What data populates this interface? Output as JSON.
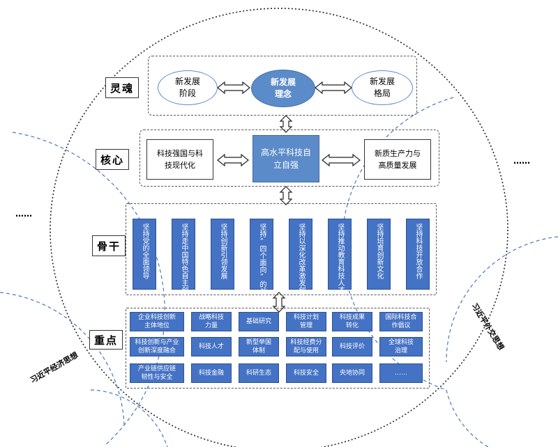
{
  "layers": {
    "soul": {
      "label": "灵魂",
      "items": [
        "新发展\n阶段",
        "新发展\n理念",
        "新发展\n格局"
      ]
    },
    "core": {
      "label": "核心",
      "left": "科技强国与科\n技现代化",
      "center": "高水平科技自\n立自强",
      "right": "新质生产力与\n高质量发展"
    },
    "backbone": {
      "label": "骨干",
      "items": [
        "坚持党的全面领导",
        "坚持走中国特色自主创新道路",
        "坚持创新引领发展",
        "坚持“四个面向”的战略导向",
        "坚持以深化改革激发创新活力",
        "坚持推动教育科技人才良性循环",
        "坚持培育创新文化",
        "坚持科技开放合作"
      ]
    },
    "focus": {
      "label": "重点",
      "rows": [
        [
          "企业科技创新\n主体地位",
          "战略科技\n力量",
          "基础研究",
          "科技计划\n管理",
          "科技成果\n转化",
          "国际科技合\n作倡议"
        ],
        [
          "科技创新与产业\n创新深度融合",
          "科技人才",
          "新型举国\n体制",
          "科技经费分\n配与使用",
          "科技评价",
          "全球科技\n治理"
        ],
        [
          "产业链供应链\n韧性与安全",
          "科技金融",
          "科研生态",
          "科技安全",
          "央地协同",
          "……"
        ]
      ]
    }
  },
  "side_labels": {
    "economy": "习近平经济思想",
    "diplomacy": "习近平外交思想",
    "left_dots": "……",
    "right_dots": "……"
  },
  "colors": {
    "accent": "#4472c4",
    "core_fill": "#5b8bc9",
    "dashed_circle": "#4a78b8"
  }
}
